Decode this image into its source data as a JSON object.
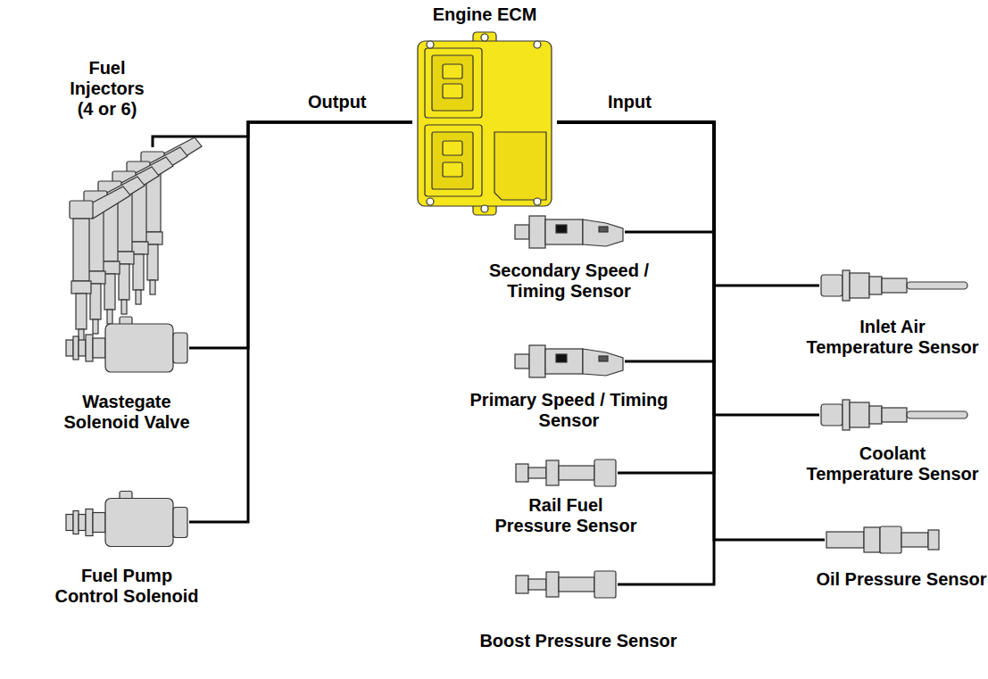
{
  "diagram": {
    "nodes": [
      {
        "text": [
          "Engine ECM"
        ]
      },
      {
        "text": [
          "Fuel Injectors (4 or 6)"
        ]
      },
      {
        "text": [
          "Wastegate Solenoid Valve"
        ]
      },
      {
        "text": [
          "Fuel Pump Control Solenoid"
        ]
      },
      {
        "text": [
          "Secondary Speed / Timing Sensor"
        ]
      },
      {
        "text": [
          "Inlet Air Temperature Sensor"
        ]
      },
      {
        "text": [
          "Primary Speed / Timing Sensor"
        ]
      },
      {
        "text": [
          "Coolant Temperature Sensor"
        ]
      },
      {
        "text": [
          "Rail Fuel Pressure Sensor"
        ]
      },
      {
        "text": [
          "Oil Pressure Sensor"
        ]
      },
      {
        "text": [
          "Boost Pressure Sensor"
        ]
      }
    ],
    "edges": [
      {
        "from": 0,
        "to": 1,
        "arrow": "none"
      },
      {
        "from": 0,
        "to": 2,
        "arrow": "none"
      },
      {
        "from": 0,
        "to": 3,
        "arrow": "none"
      },
      {
        "from": 4,
        "to": 0,
        "arrow": "none"
      },
      {
        "from": 5,
        "to": 0,
        "arrow": "none"
      },
      {
        "from": 6,
        "to": 0,
        "arrow": "none"
      },
      {
        "from": 7,
        "to": 0,
        "arrow": "none"
      },
      {
        "from": 8,
        "to": 0,
        "arrow": "none"
      },
      {
        "from": 9,
        "to": 0,
        "arrow": "none"
      },
      {
        "from": 10,
        "to": 0,
        "arrow": "none"
      }
    ],
    "labels": [
      "Output",
      "Input"
    ]
  }
}
